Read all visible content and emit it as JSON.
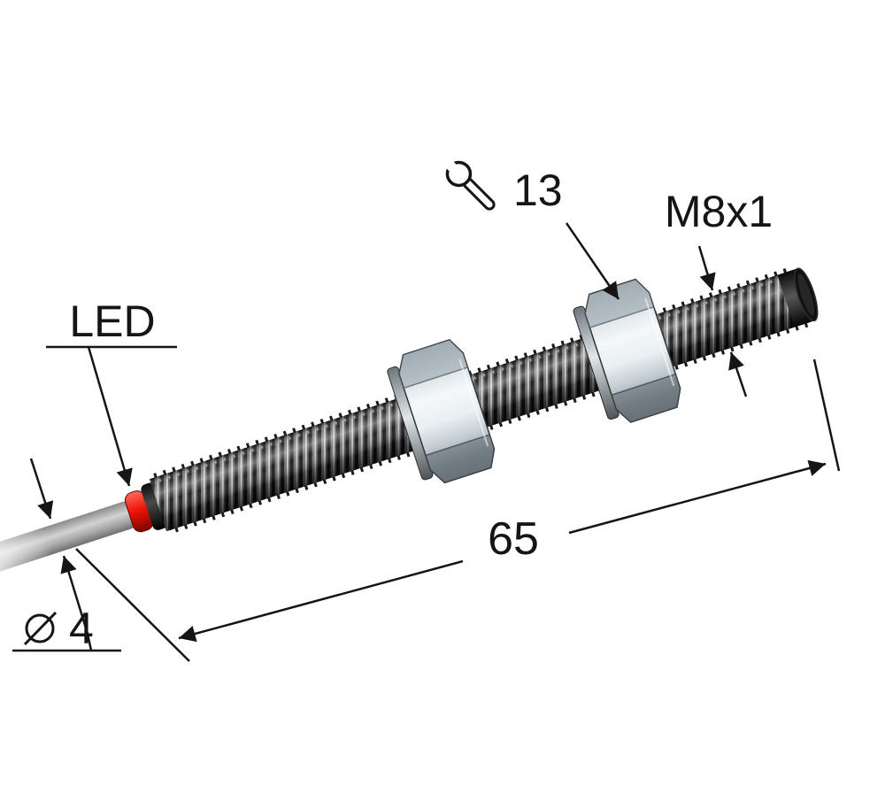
{
  "figure": {
    "kind": "technical-drawing",
    "subject": "M8x1 threaded cylindrical proximity sensor with axial cable, two hex nuts and LED ring",
    "background": "#ffffff",
    "colors": {
      "dimension_lines": "#151515",
      "led_ring": "#e51a12",
      "cable_gray": "#9a9a9a",
      "thread_dark": "#1c1c1c",
      "nut_metal_light": "#f2f6f8",
      "nut_metal_shadow": "#7c8589"
    },
    "parts": [
      "cable",
      "led-ring",
      "threaded-barrel",
      "hex-nut-front",
      "hex-nut-rear",
      "end-cap"
    ]
  },
  "annotations": {
    "led_label": "LED",
    "wrench_icon": "wrench-icon",
    "wrench_size": "13",
    "thread_label": "M8x1",
    "length_label": "65",
    "cable_diameter_symbol": "⌀",
    "cable_diameter_value": "4"
  }
}
